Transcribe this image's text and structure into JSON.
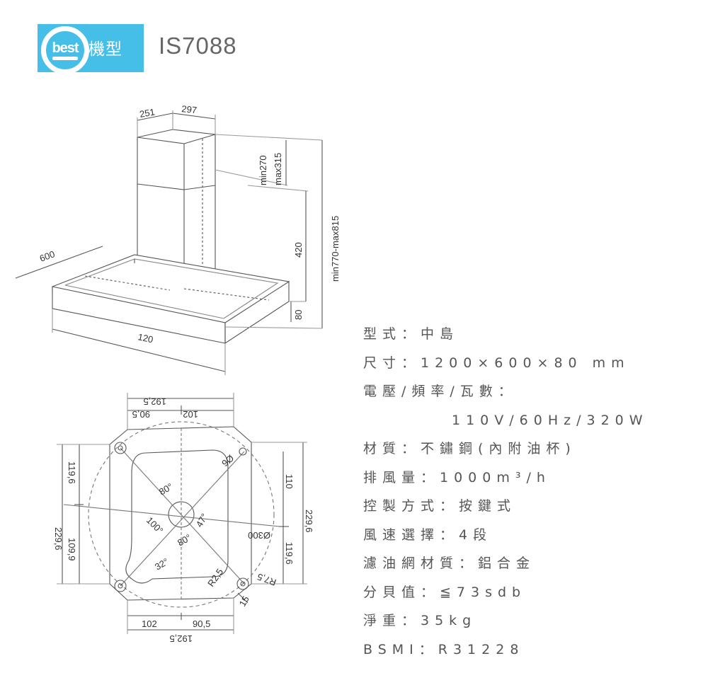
{
  "header": {
    "logo_text": "best",
    "badge_label": "機型",
    "model": "IS7088"
  },
  "side_drawing": {
    "dims": {
      "top_left": "251",
      "top_right": "297",
      "chimney_upper": "min270\nmax315",
      "chimney_upper_line1": "min270",
      "chimney_upper_line2": "max315",
      "chimney_lower": "420",
      "total": "min770-max815",
      "body_height": "80",
      "depth": "600",
      "width": "120"
    }
  },
  "plan_drawing": {
    "dims": {
      "top_outer": "192,5",
      "top_left": "90,5",
      "top_right": "102",
      "bottom_outer": "192,5",
      "bottom_left": "102",
      "bottom_right": "90,5",
      "left_outer": "229,6",
      "left_upper": "119,6",
      "left_lower": "109,9",
      "right_outer": "229,6",
      "right_upper": "110",
      "right_lower": "119,6",
      "hole_9": "9Ø",
      "circle_300": "Ø300",
      "angle_80a": "80°",
      "angle_100": "100°",
      "angle_47": "47°",
      "angle_80b": "80°",
      "angle_32": "32°",
      "r25": "R2,5",
      "r75": "R7,5",
      "d15": "15"
    }
  },
  "specs": [
    "型式：中島",
    "尺寸：1200×600×80 mm",
    "電壓/頻率/瓦數：",
    "110V/60Hz/320W",
    "材質：不鏽鋼(內附油杯)",
    "排風量：1000m³/h",
    "控製方式：按鍵式",
    "風速選擇：4段",
    "濾油網材質：鋁合金",
    "分貝值：≦73sdb",
    "淨重：35kg",
    "BSMI：R31228"
  ]
}
